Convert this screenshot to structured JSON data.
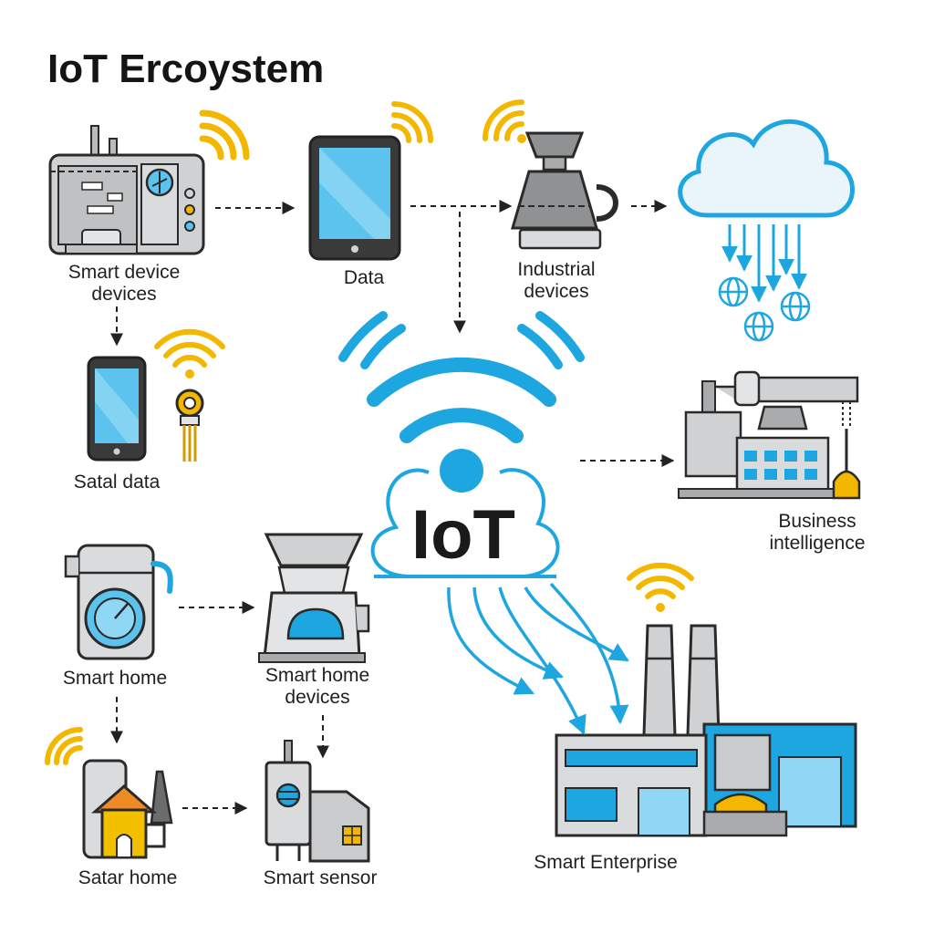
{
  "title": "IoT Ercoystem",
  "hub_label": "IoT",
  "labels": {
    "smart_device": [
      "Smart device",
      "devices"
    ],
    "data": "Data",
    "industrial": [
      "Industrial",
      "devices"
    ],
    "satal_data": "Satal data",
    "business": [
      "Business",
      "intelligence"
    ],
    "smart_home": "Smart home",
    "smart_home_devices": [
      "Smart home",
      "devices"
    ],
    "satar_home": "Satar home",
    "smart_sensor": "Smart sensor",
    "smart_enterprise": "Smart Enterprise"
  },
  "colors": {
    "accent_blue": "#1ea6e0",
    "signal_yellow": "#f3b700",
    "device_gray": "#c9cbcd",
    "outline": "#2a2a2a",
    "screen_blue": "#5cc3ef",
    "home_orange": "#f08a24"
  },
  "icons": [
    "wifi-signal-icon",
    "cloud-icon",
    "globe-icon",
    "factory-icon",
    "tablet-icon",
    "smartphone-icon",
    "washing-machine-icon",
    "blender-icon",
    "house-icon",
    "sensor-icon"
  ]
}
